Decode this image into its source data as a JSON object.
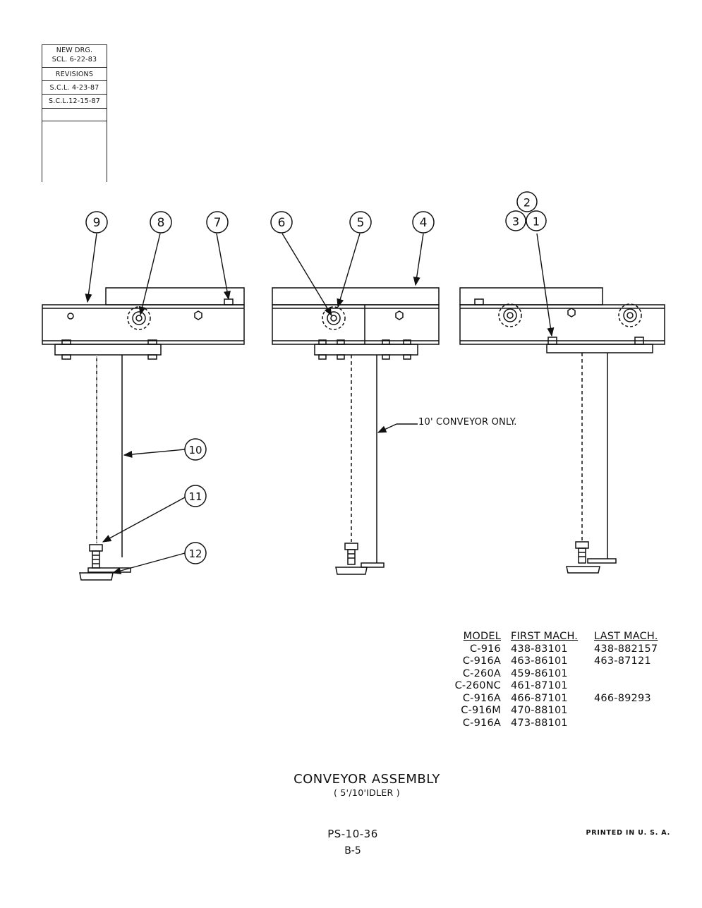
{
  "revision_block": {
    "new_drawing": "NEW DRG.",
    "new_drawing_date": "SCL. 6-22-83",
    "revisions_label": "REVISIONS",
    "revision_1": "S.C.L. 4-23-87",
    "revision_2": "S.C.L.12-15-87"
  },
  "balloons": {
    "b1": "1",
    "b2": "2",
    "b3": "3",
    "b4": "4",
    "b5": "5",
    "b6": "6",
    "b7": "7",
    "b8": "8",
    "b9": "9",
    "b10": "10",
    "b11": "11",
    "b12": "12"
  },
  "note_10_conveyor": "10' CONVEYOR ONLY.",
  "model_table": {
    "headers": {
      "model": "MODEL",
      "first": "FIRST MACH.",
      "last": "LAST MACH."
    },
    "rows": [
      {
        "model": "C-916",
        "first": "438-83101",
        "last": "438-882157"
      },
      {
        "model": "C-916A",
        "first": "463-86101",
        "last": "463-87121"
      },
      {
        "model": "C-260A",
        "first": "459-86101",
        "last": ""
      },
      {
        "model": "C-260NC",
        "first": "461-87101",
        "last": ""
      },
      {
        "model": "C-916A",
        "first": "466-87101",
        "last": "466-89293"
      },
      {
        "model": "C-916M",
        "first": "470-88101",
        "last": ""
      },
      {
        "model": "C-916A",
        "first": "473-88101",
        "last": ""
      }
    ]
  },
  "title": "CONVEYOR ASSEMBLY",
  "subtitle": "( 5'/10'IDLER )",
  "drawing_code": "PS-10-36",
  "page_code": "B-5",
  "printed": "PRINTED IN U. S. A."
}
